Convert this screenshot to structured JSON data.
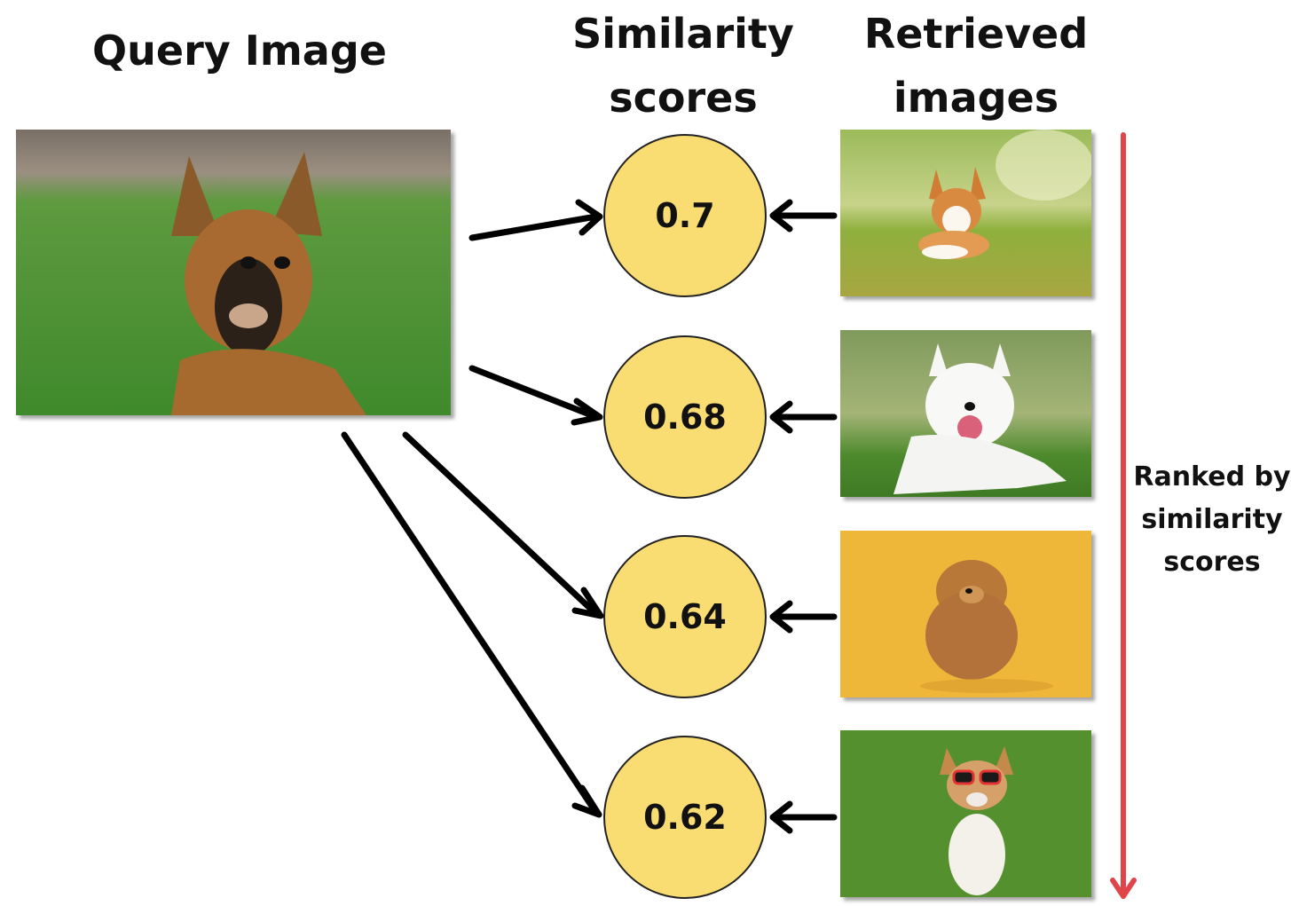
{
  "headings": {
    "query": "Query Image",
    "scores_line1": "Similarity",
    "scores_line2": "scores",
    "retrieved_line1": "Retrieved",
    "retrieved_line2": "images"
  },
  "scores": [
    "0.7",
    "0.68",
    "0.64",
    "0.62"
  ],
  "rank_label": {
    "line1": "Ranked by",
    "line2": "similarity",
    "line3": "scores"
  },
  "colors": {
    "score_fill": "#f9dc72",
    "rank_arrow": "#e0454a",
    "arrow": "#000000"
  },
  "images": {
    "query": "german-shepherd-photo",
    "retrieved": [
      "corgi-photo",
      "white-spitz-photo",
      "pomeranian-photo",
      "dog-with-sunglasses-photo"
    ]
  }
}
